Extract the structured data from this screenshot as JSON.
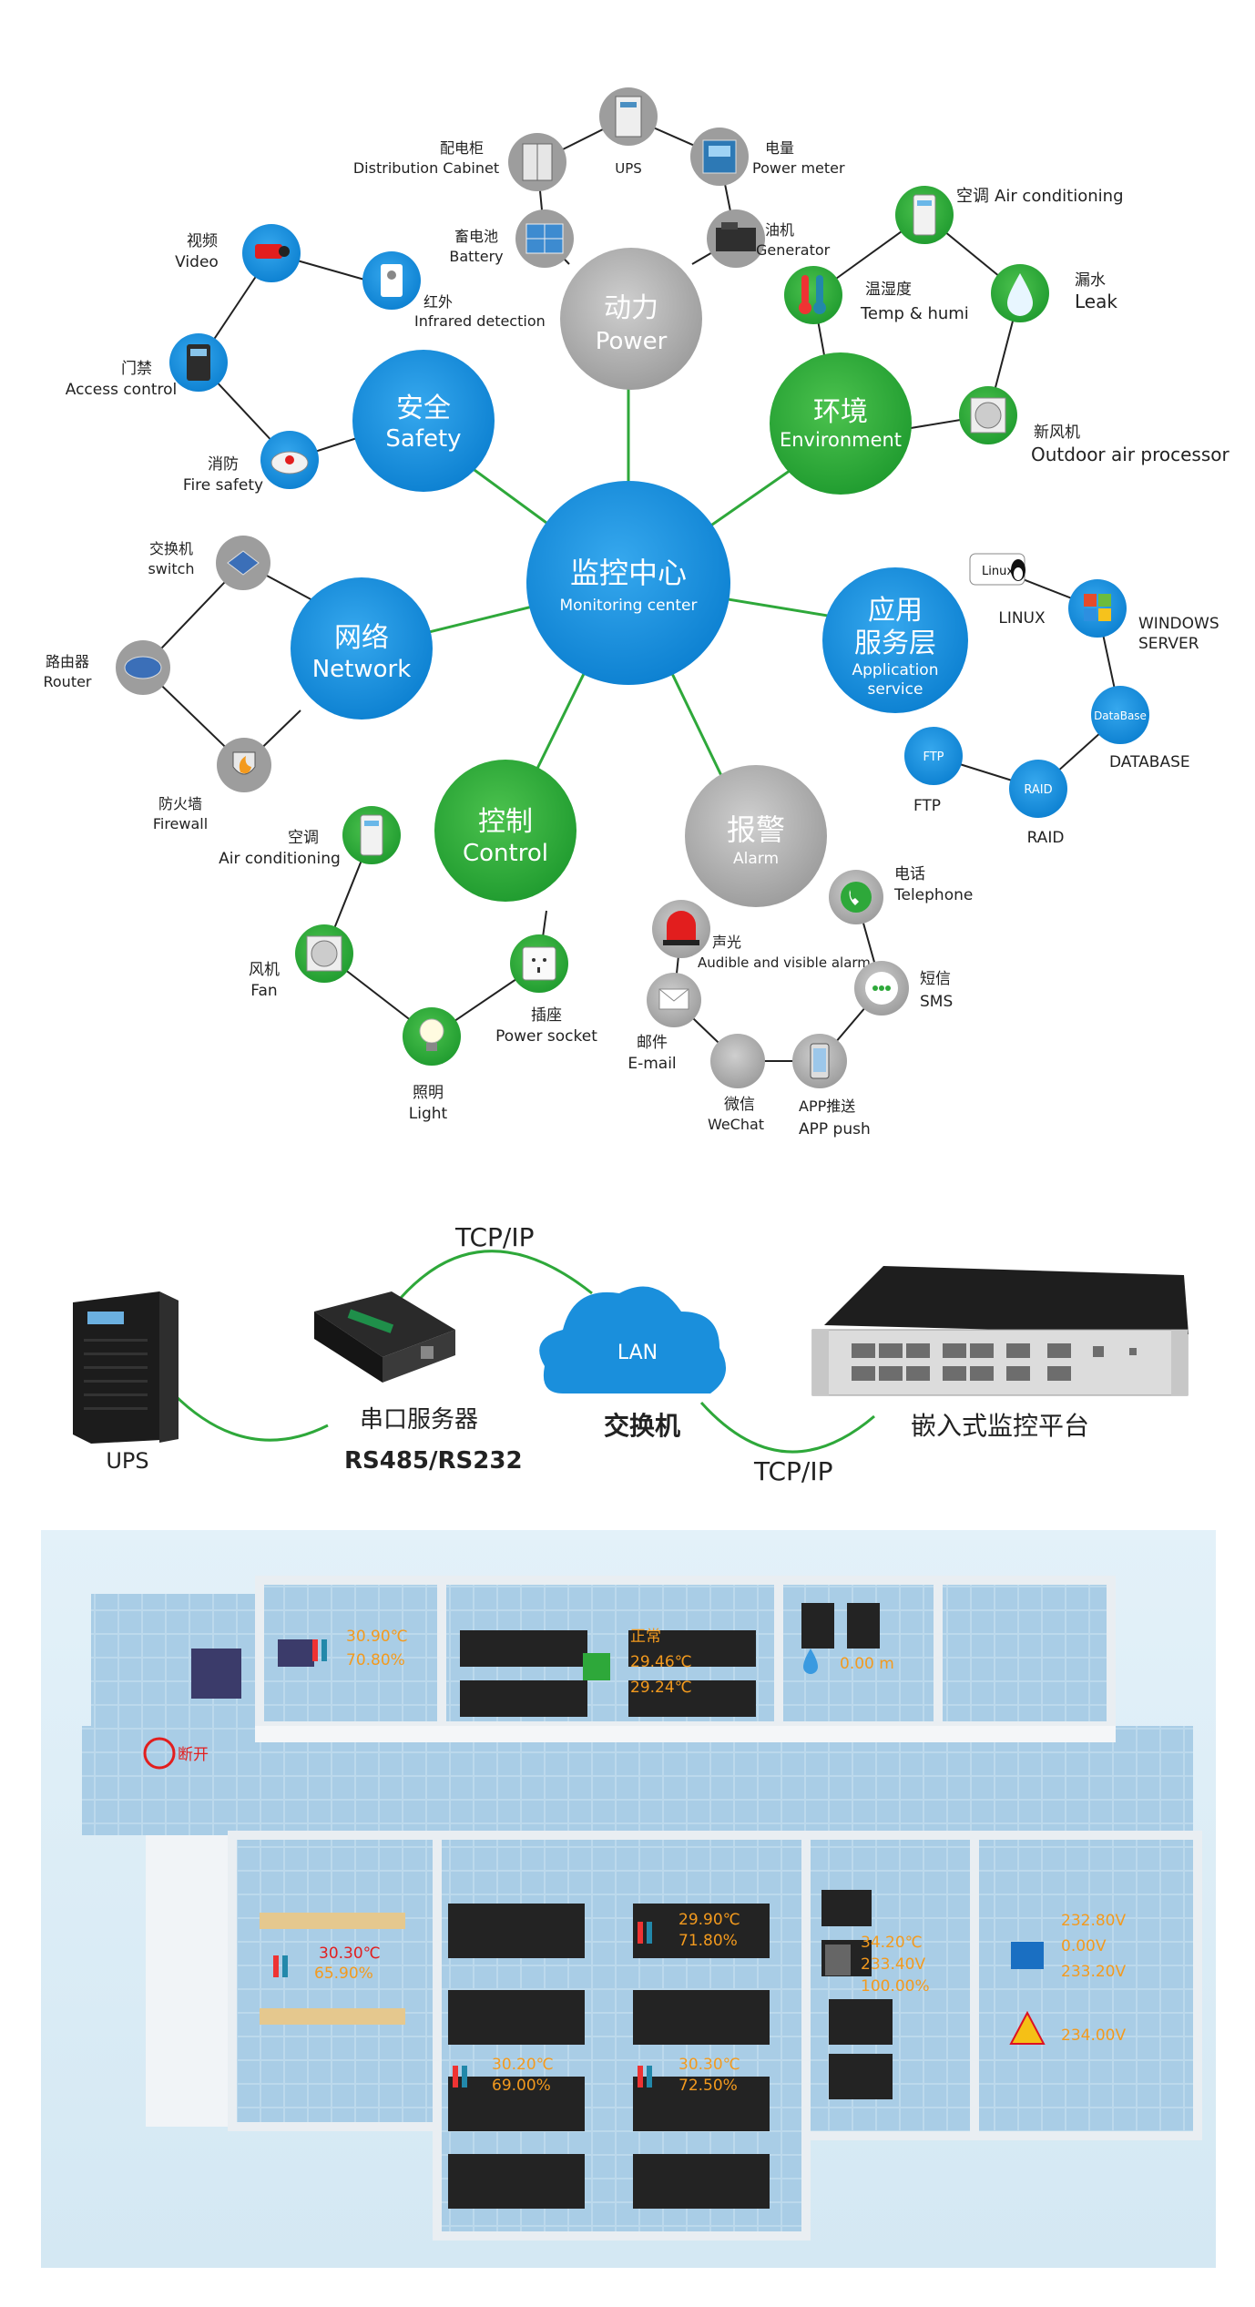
{
  "center": {
    "zh": "监控中心",
    "en": "Monitoring center"
  },
  "hubs": {
    "power": {
      "zh": "动力",
      "en": "Power"
    },
    "environment": {
      "zh": "环境",
      "en": "Environment"
    },
    "application": {
      "zh1": "应用",
      "zh2": "服务层",
      "en1": "Application",
      "en2": "service"
    },
    "alarm": {
      "zh": "报警",
      "en": "Alarm"
    },
    "control": {
      "zh": "控制",
      "en": "Control"
    },
    "network": {
      "zh": "网络",
      "en": "Network"
    },
    "safety": {
      "zh": "安全",
      "en": "Safety"
    }
  },
  "power_nodes": {
    "ups": {
      "en": "UPS"
    },
    "cabinet": {
      "zh": "配电柜",
      "en": "Distribution Cabinet"
    },
    "meter": {
      "zh": "电量",
      "en": "Power meter"
    },
    "battery": {
      "zh": "畜电池",
      "en": "Battery"
    },
    "generator": {
      "zh": "油机",
      "en": "Generator"
    }
  },
  "env_nodes": {
    "aircon": {
      "zh": "空调",
      "en": "Air conditioning"
    },
    "temp": {
      "zh": "温湿度",
      "en": "Temp & humi"
    },
    "leak": {
      "zh": "漏水",
      "en": "Leak"
    },
    "fresh": {
      "zh": "新风机",
      "en": "Outdoor air processor"
    }
  },
  "app_nodes": {
    "linux": {
      "badge": "Linux",
      "en": "LINUX"
    },
    "windows": {
      "en1": "WINDOWS",
      "en2": "SERVER"
    },
    "database": {
      "badge": "DataBase",
      "en": "DATABASE"
    },
    "raid": {
      "badge": "RAID",
      "en": "RAID"
    },
    "ftp": {
      "badge": "FTP",
      "en": "FTP"
    }
  },
  "alarm_nodes": {
    "telephone": {
      "zh": "电话",
      "en": "Telephone"
    },
    "sound": {
      "zh": "声光",
      "en": "Audible and visible alarm"
    },
    "sms": {
      "zh": "短信",
      "en": "SMS"
    },
    "email": {
      "zh": "邮件",
      "en": "E-mail"
    },
    "wechat": {
      "zh": "微信",
      "en": "WeChat"
    },
    "app": {
      "zh": "APP推送",
      "en": "APP push"
    }
  },
  "control_nodes": {
    "aircon": {
      "zh": "空调",
      "en": "Air conditioning"
    },
    "fan": {
      "zh": "风机",
      "en": "Fan"
    },
    "socket": {
      "zh": "插座",
      "en": "Power socket"
    },
    "light": {
      "zh": "照明",
      "en": "Light"
    }
  },
  "network_nodes": {
    "switch": {
      "zh": "交换机",
      "en": "switch"
    },
    "router": {
      "zh": "路由器",
      "en": "Router"
    },
    "firewall": {
      "zh": "防火墙",
      "en": "Firewall"
    }
  },
  "safety_nodes": {
    "video": {
      "zh": "视频",
      "en": "Video"
    },
    "infrared": {
      "zh": "红外",
      "en": "Infrared detection"
    },
    "access": {
      "zh": "门禁",
      "en": "Access control"
    },
    "fire": {
      "zh": "消防",
      "en": "Fire safety"
    }
  },
  "topology": {
    "tcp_top": "TCP/IP",
    "tcp_bottom": "TCP/IP",
    "ups": "UPS",
    "serial_zh": "串口服务器",
    "serial_en": "RS485/RS232",
    "lan": "LAN",
    "switch_zh": "交换机",
    "platform_zh": "嵌入式监控平台"
  },
  "floor": {
    "fan_status": "断开",
    "r1_t": "30.90℃",
    "r1_h": "70.80%",
    "ac_status": "正常",
    "ac_t1": "29.46℃",
    "ac_t2": "29.24℃",
    "leak": "0.00 m",
    "r2_t": "30.30℃",
    "r2_h": "65.90%",
    "r3_t": "29.90℃",
    "r3_h": "71.80%",
    "r4_t": "30.20℃",
    "r4_h": "69.00%",
    "r5_t": "30.30℃",
    "r5_h": "72.50%",
    "ups_1": "34.20℃",
    "ups_2": "233.40V",
    "ups_3": "100.00%",
    "pm_1": "232.80V",
    "pm_2": "0.00V",
    "pm_3": "233.20V",
    "pm_4": "234.00V"
  },
  "colors": {
    "blue": "#1a8fdc",
    "green": "#2ea83a",
    "gray": "#a8a8a8",
    "orange": "#f39a1e"
  }
}
